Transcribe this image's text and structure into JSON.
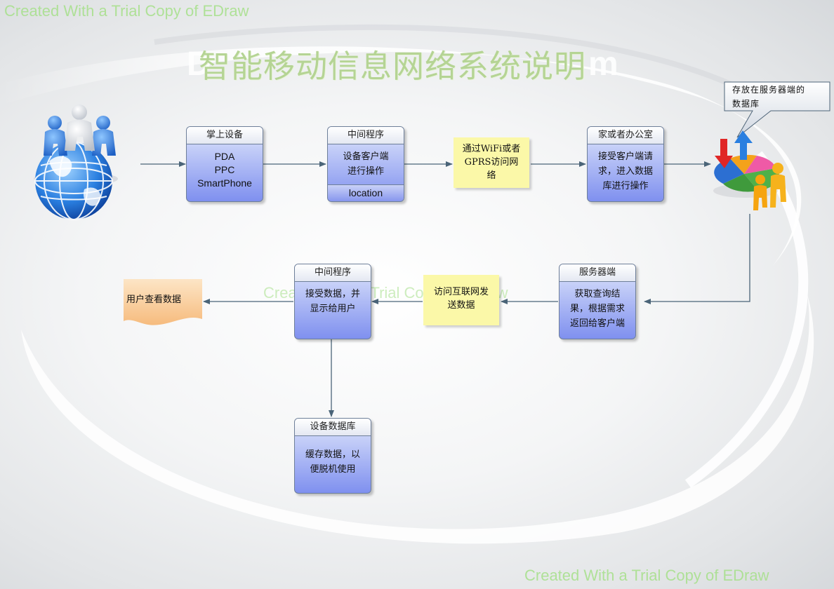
{
  "watermark": "Created With a Trial Copy of EDraw",
  "title": "智能移动信息网络系统说明",
  "title_shadow": "D",
  "title_shadow_tail": "m",
  "nodes": {
    "handheld": {
      "header": "掌上设备",
      "lines": [
        "PDA",
        "PPC",
        "SmartPhone"
      ]
    },
    "middleware_top": {
      "header": "中间程序",
      "lines": [
        "设备客户端",
        "进行操作"
      ],
      "footer": "location"
    },
    "wifi_note": {
      "lines": [
        "通过WiFi或者",
        "GPRS访问网",
        "络"
      ]
    },
    "home_office": {
      "header": "家或者办公室",
      "lines": [
        "接受客户端请",
        "求，进入数据",
        "库进行操作"
      ]
    },
    "server": {
      "header": "服务器端",
      "lines": [
        "获取查询结",
        "果，根据需求",
        "返回给客户端"
      ]
    },
    "internet_note": {
      "lines": [
        "访问互联网发",
        "送数据"
      ]
    },
    "middleware_bottom": {
      "header": "中间程序",
      "lines": [
        "接受数据，并",
        "显示给用户"
      ]
    },
    "device_db": {
      "header": "设备数据库",
      "lines": [
        "缓存数据，以",
        "便脱机使用"
      ]
    },
    "user_view": {
      "label": "用户查看数据"
    }
  },
  "callout": {
    "lines": [
      "存放在服务器端的",
      "数据库"
    ]
  },
  "icons": {
    "users": "people-on-globe-icon",
    "database": "database-chart-icon"
  },
  "colors": {
    "node_fill": "#8a99ee",
    "note_fill": "#fbf8a8",
    "doc_fill": "#fbd6a6",
    "arrow": "#4a6478",
    "watermark": "#a6e08a"
  }
}
